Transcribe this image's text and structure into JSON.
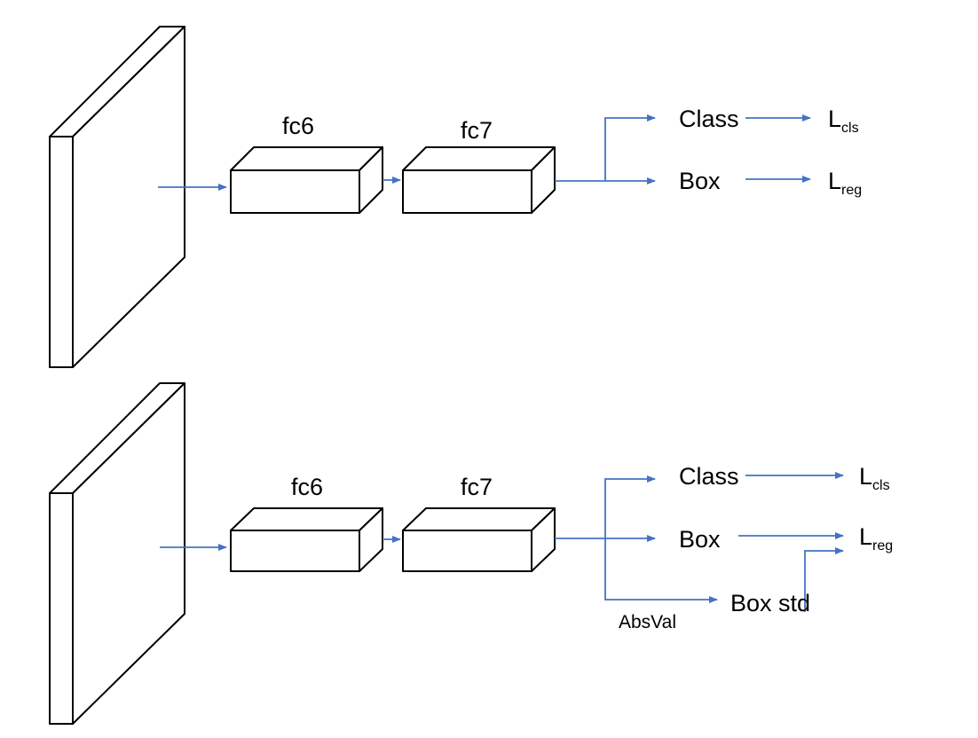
{
  "colors": {
    "arrow": "#4472C4",
    "outline": "#000000",
    "background": "#ffffff"
  },
  "top": {
    "fc6": "fc6",
    "fc7": "fc7",
    "class": "Class",
    "box": "Box",
    "loss_cls": {
      "base": "L",
      "sub": "cls"
    },
    "loss_reg": {
      "base": "L",
      "sub": "reg"
    }
  },
  "bottom": {
    "fc6": "fc6",
    "fc7": "fc7",
    "class": "Class",
    "box": "Box",
    "box_std": "Box std",
    "absval": "AbsVal",
    "loss_cls": {
      "base": "L",
      "sub": "cls"
    },
    "loss_reg": {
      "base": "L",
      "sub": "reg"
    }
  }
}
